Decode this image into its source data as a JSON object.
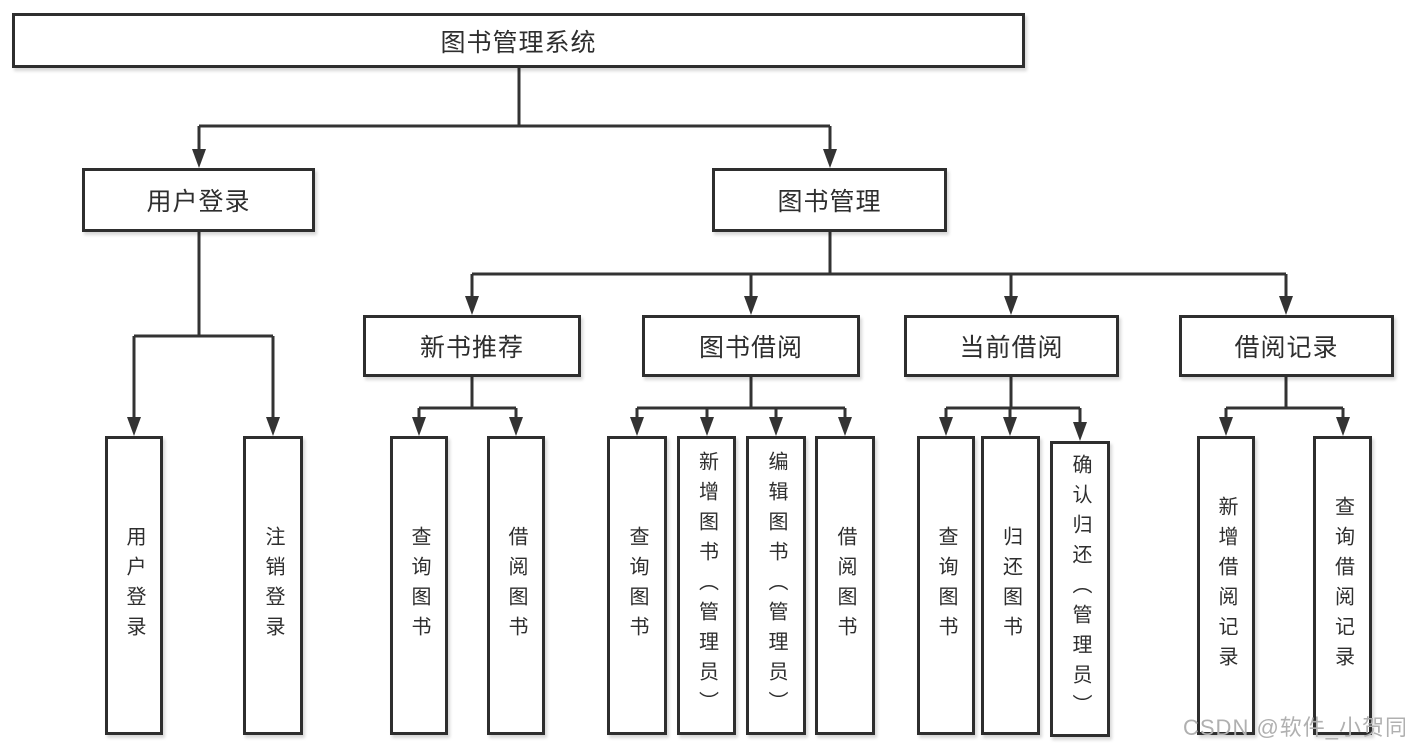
{
  "diagram": {
    "root": {
      "label": "图书管理系统"
    },
    "level2": [
      {
        "label": "用户登录"
      },
      {
        "label": "图书管理"
      }
    ],
    "level3": [
      {
        "label": "新书推荐"
      },
      {
        "label": "图书借阅"
      },
      {
        "label": "当前借阅"
      },
      {
        "label": "借阅记录"
      }
    ],
    "leaves": [
      {
        "label": "用户登录"
      },
      {
        "label": "注销登录"
      },
      {
        "label": "查询图书"
      },
      {
        "label": "借阅图书"
      },
      {
        "label": "查询图书"
      },
      {
        "label": "新增图书（管理员）"
      },
      {
        "label": "编辑图书（管理员）"
      },
      {
        "label": "借阅图书"
      },
      {
        "label": "查询图书"
      },
      {
        "label": "归还图书"
      },
      {
        "label": "确认归还（管理员）"
      },
      {
        "label": "新增借阅记录"
      },
      {
        "label": "查询借阅记录"
      }
    ]
  },
  "watermark": {
    "text": "CSDN @软件_小贺同学"
  },
  "colors": {
    "line": "#333333",
    "box_border": "#2e2e2e",
    "text": "#2e2e2e",
    "watermark": "#b0b0b0",
    "background": "#ffffff"
  }
}
